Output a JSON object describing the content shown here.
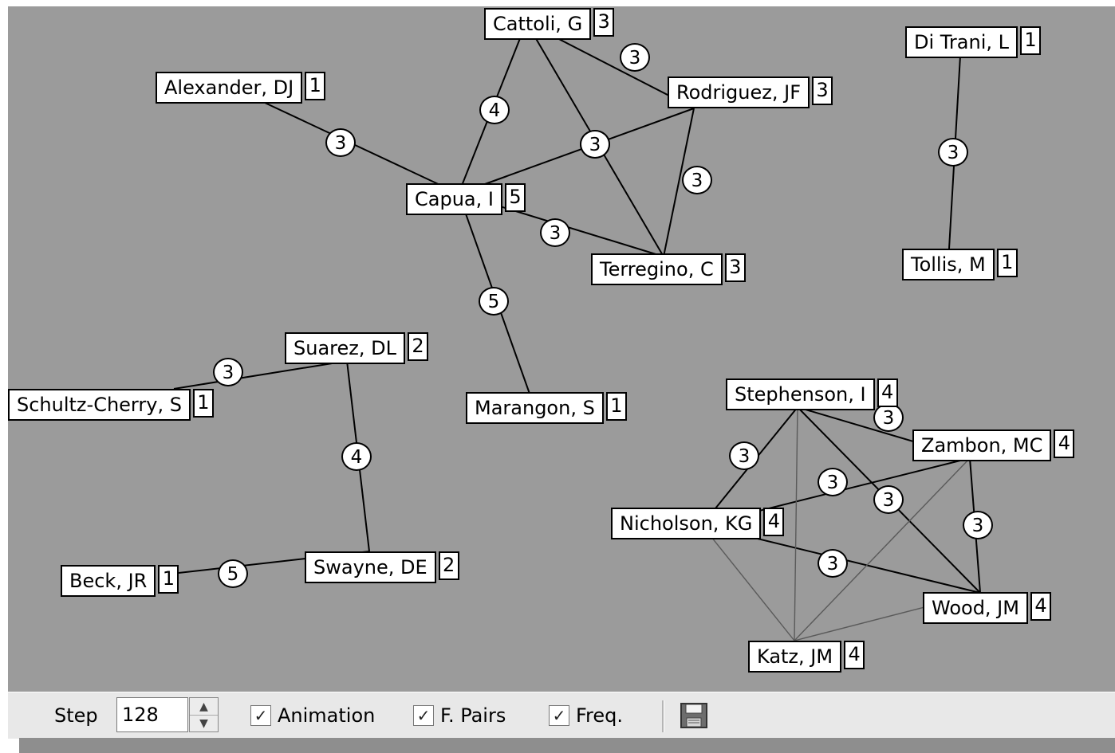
{
  "graph": {
    "nodes": [
      {
        "id": "cattoli",
        "name": "Cattoli, G",
        "count": "3"
      },
      {
        "id": "alexander",
        "name": "Alexander, DJ",
        "count": "1"
      },
      {
        "id": "rodriguez",
        "name": "Rodriguez, JF",
        "count": "3"
      },
      {
        "id": "capua",
        "name": "Capua, I",
        "count": "5"
      },
      {
        "id": "terregino",
        "name": "Terregino, C",
        "count": "3"
      },
      {
        "id": "marangon",
        "name": "Marangon, S",
        "count": "1"
      },
      {
        "id": "ditrani",
        "name": "Di Trani, L",
        "count": "1"
      },
      {
        "id": "tollis",
        "name": "Tollis, M",
        "count": "1"
      },
      {
        "id": "suarez",
        "name": "Suarez, DL",
        "count": "2"
      },
      {
        "id": "schultz",
        "name": "Schultz-Cherry, S",
        "count": "1"
      },
      {
        "id": "swayne",
        "name": "Swayne, DE",
        "count": "2"
      },
      {
        "id": "beck",
        "name": "Beck, JR",
        "count": "1"
      },
      {
        "id": "stephenson",
        "name": "Stephenson, I",
        "count": "4"
      },
      {
        "id": "zambon",
        "name": "Zambon, MC",
        "count": "4"
      },
      {
        "id": "nicholson",
        "name": "Nicholson, KG",
        "count": "4"
      },
      {
        "id": "wood",
        "name": "Wood, JM",
        "count": "4"
      },
      {
        "id": "katz",
        "name": "Katz, JM",
        "count": "4"
      }
    ],
    "edges": [
      {
        "from": "cattoli",
        "to": "rodriguez",
        "weight": "3"
      },
      {
        "from": "cattoli",
        "to": "capua",
        "weight": "4"
      },
      {
        "from": "cattoli",
        "to": "terregino",
        "weight": "3"
      },
      {
        "from": "alexander",
        "to": "capua",
        "weight": "3"
      },
      {
        "from": "capua",
        "to": "rodriguez",
        "weight": "3"
      },
      {
        "from": "capua",
        "to": "terregino",
        "weight": "3"
      },
      {
        "from": "capua",
        "to": "marangon",
        "weight": "5"
      },
      {
        "from": "rodriguez",
        "to": "terregino",
        "weight": "3"
      },
      {
        "from": "ditrani",
        "to": "tollis",
        "weight": "3"
      },
      {
        "from": "suarez",
        "to": "schultz",
        "weight": "3"
      },
      {
        "from": "suarez",
        "to": "swayne",
        "weight": "4"
      },
      {
        "from": "swayne",
        "to": "beck",
        "weight": "5"
      },
      {
        "from": "stephenson",
        "to": "zambon",
        "weight": "3"
      },
      {
        "from": "stephenson",
        "to": "nicholson",
        "weight": "3"
      },
      {
        "from": "stephenson",
        "to": "wood",
        "weight": "3"
      },
      {
        "from": "nicholson",
        "to": "zambon",
        "weight": "3"
      },
      {
        "from": "nicholson",
        "to": "wood",
        "weight": "3"
      },
      {
        "from": "zambon",
        "to": "wood",
        "weight": "3"
      },
      {
        "from": "nicholson",
        "to": "katz",
        "weight": ""
      },
      {
        "from": "stephenson",
        "to": "katz",
        "weight": ""
      },
      {
        "from": "zambon",
        "to": "katz",
        "weight": ""
      },
      {
        "from": "wood",
        "to": "katz",
        "weight": ""
      }
    ]
  },
  "toolbar": {
    "step_label": "Step",
    "step_value": "128",
    "animation_label": "Animation",
    "animation_checked": true,
    "fpairs_label": "F. Pairs",
    "fpairs_checked": true,
    "freq_label": "Freq.",
    "freq_checked": true,
    "save_icon": "floppy-disk-icon"
  },
  "colors": {
    "canvas_bg": "#9b9b9b",
    "strong_edge": "#000000",
    "weak_edge": "#5a5a5a",
    "toolbar_bg": "#e8e8e8"
  }
}
